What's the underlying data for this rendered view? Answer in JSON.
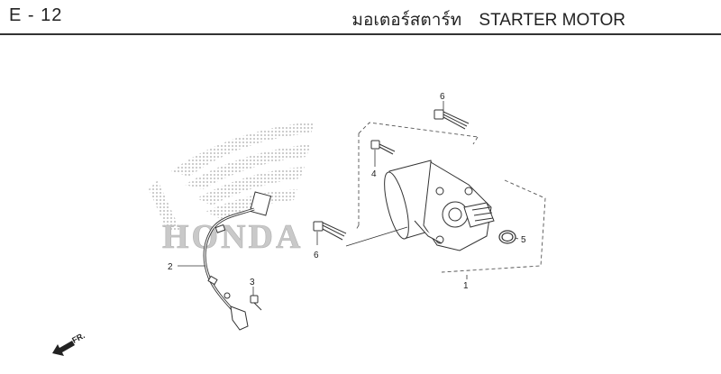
{
  "header": {
    "page_code": "E - 12",
    "title_thai": "มอเตอร์สตาร์ท",
    "title_en": "STARTER MOTOR"
  },
  "watermark": {
    "brand_text": "HONDA",
    "color": "#c9c9c9"
  },
  "callouts": {
    "starter_motor": "1",
    "cable": "2",
    "cable_bolt": "3",
    "bolt_small": "4",
    "o_ring": "5",
    "bolt_upper": "6",
    "bolt_lower": "6"
  },
  "direction_marker": {
    "text": "FR.",
    "icon": "arrow-front-icon"
  },
  "colors": {
    "line": "#333333",
    "dashed": "#555555"
  }
}
